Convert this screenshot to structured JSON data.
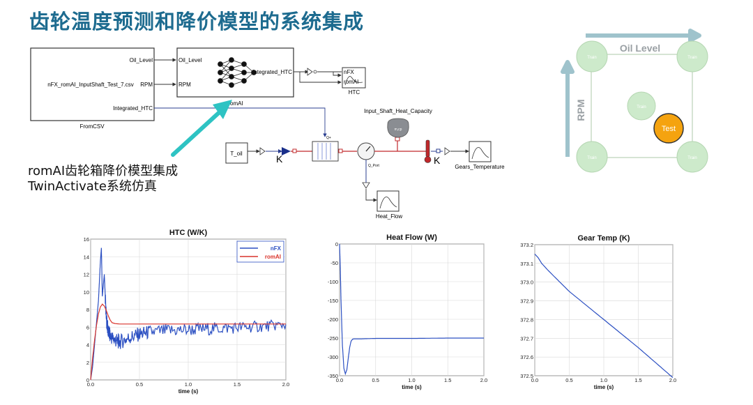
{
  "title": "齿轮温度预测和降价模型的系统集成",
  "caption": {
    "line1": "romAI齿轮箱降价模型集成",
    "line2": "TwinActivate系统仿真"
  },
  "diagram": {
    "fromcsv": {
      "out1": "Oil_Level",
      "out2": "RPM",
      "out3": "Integrated_HTC",
      "filename": "nFX_romAI_InputShaft_Test_7.csv",
      "label": "FromCSV"
    },
    "romai": {
      "in1": "Oil_Level",
      "in2": "RPM",
      "out": "Integrated_HTC",
      "label": "romAI"
    },
    "htc_scope": {
      "in1": "nFX",
      "in2": "romAI",
      "label": "HTC"
    },
    "t_oil": "T_oil",
    "k1": "K",
    "k2": "K",
    "heat_capacity": {
      "label": "Input_Shaft_Heat_Capacity",
      "symbol": "m,cp"
    },
    "gears_temp_label": "Gears_Temperature",
    "heat_flow_label": "Heat_Flow",
    "small_labels": {
      "q": "Q+",
      "q_port": "Q_Port"
    }
  },
  "doe": {
    "x_axis": "Oil Level",
    "y_axis": "RPM",
    "train_label": "Train",
    "test_label": "Test",
    "colors": {
      "train": "#cdeacb",
      "test": "#f5a30f",
      "arrow": "#9fc3cc"
    }
  },
  "chart_data": [
    {
      "type": "line",
      "title": "HTC (W/K)",
      "xlabel": "time (s)",
      "ylabel": "",
      "xlim": [
        0,
        2.0
      ],
      "ylim": [
        0,
        16
      ],
      "xticks": [
        "0.0",
        "0.5",
        "1.0",
        "1.5",
        "2.0"
      ],
      "yticks": [
        "0",
        "2",
        "4",
        "6",
        "8",
        "10",
        "12",
        "14",
        "16"
      ],
      "grid": true,
      "legend": "top-right",
      "series": [
        {
          "name": "nFX",
          "color": "#2b4fc2",
          "x": [
            0,
            0.02,
            0.04,
            0.06,
            0.08,
            0.1,
            0.11,
            0.12,
            0.14,
            0.16,
            0.18,
            0.2,
            0.25,
            0.3,
            0.4,
            0.5,
            0.6,
            0.8,
            1.0,
            1.2,
            1.4,
            1.6,
            1.8,
            2.0
          ],
          "y": [
            0,
            1.5,
            4.0,
            6.5,
            9.0,
            13.5,
            15.0,
            9.5,
            12.0,
            7.0,
            5.5,
            5.0,
            4.5,
            4.3,
            4.8,
            5.2,
            5.4,
            5.6,
            5.7,
            5.8,
            5.9,
            6.0,
            6.1,
            6.3
          ]
        },
        {
          "name": "romAI",
          "color": "#d9342b",
          "x": [
            0,
            0.02,
            0.04,
            0.06,
            0.08,
            0.1,
            0.12,
            0.14,
            0.16,
            0.18,
            0.2,
            0.22,
            0.25,
            0.3,
            0.4,
            0.6,
            1.0,
            1.5,
            2.0
          ],
          "y": [
            0,
            2.5,
            4.5,
            6.2,
            7.5,
            8.3,
            8.6,
            8.4,
            7.9,
            7.3,
            6.8,
            6.5,
            6.4,
            6.35,
            6.35,
            6.35,
            6.35,
            6.35,
            6.35
          ]
        }
      ]
    },
    {
      "type": "line",
      "title": "Heat Flow (W)",
      "xlabel": "time (s)",
      "ylabel": "",
      "xlim": [
        0,
        2.0
      ],
      "ylim": [
        -350,
        0
      ],
      "xticks": [
        "0.0",
        "0.5",
        "1.0",
        "1.5",
        "2.0"
      ],
      "yticks": [
        "0",
        "-50",
        "-100",
        "-150",
        "-200",
        "-250",
        "-300",
        "-350"
      ],
      "grid": true,
      "series": [
        {
          "color": "#2b4fc2",
          "x": [
            0,
            0.01,
            0.02,
            0.04,
            0.06,
            0.08,
            0.1,
            0.12,
            0.14,
            0.16,
            0.18,
            0.2,
            0.25,
            0.3,
            0.5,
            1.0,
            1.5,
            2.0
          ],
          "y": [
            0,
            -60,
            -150,
            -270,
            -330,
            -345,
            -335,
            -305,
            -275,
            -258,
            -253,
            -252,
            -252,
            -252,
            -251,
            -251,
            -250,
            -250
          ]
        }
      ]
    },
    {
      "type": "line",
      "title": "Gear Temp (K)",
      "xlabel": "time (s)",
      "ylabel": "",
      "xlim": [
        0,
        2.0
      ],
      "ylim": [
        372.5,
        373.2
      ],
      "xticks": [
        "0.0",
        "0.5",
        "1.0",
        "1.5",
        "2.0"
      ],
      "yticks": [
        "373.2",
        "373.1",
        "373.0",
        "372.9",
        "372.8",
        "372.7",
        "372.6",
        "372.5"
      ],
      "grid": true,
      "series": [
        {
          "color": "#2b4fc2",
          "x": [
            0,
            0.05,
            0.1,
            0.2,
            0.5,
            1.0,
            1.5,
            2.0
          ],
          "y": [
            373.15,
            373.13,
            373.1,
            373.06,
            372.95,
            372.8,
            372.65,
            372.49
          ]
        }
      ]
    }
  ]
}
